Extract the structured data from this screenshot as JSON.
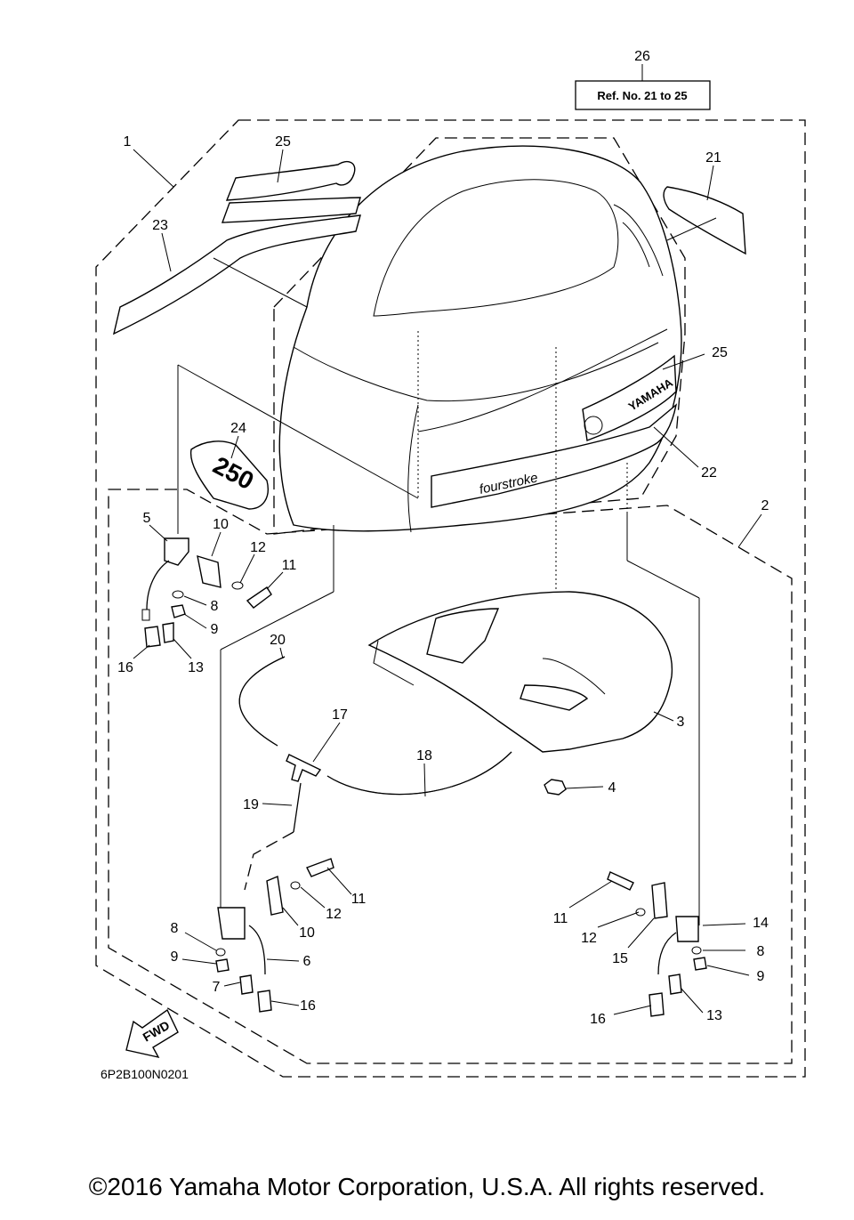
{
  "diagram": {
    "group_callout": "26",
    "ref_box": "Ref. No. 21 to 25",
    "diagram_code": "6P2B100N0201",
    "fwd_label": "FWD",
    "brand_badge": "YAMAHA",
    "script_label": "fourstroke",
    "model_badge": "250"
  },
  "callouts": [
    {
      "id": "c1",
      "label": "1"
    },
    {
      "id": "c25a",
      "label": "25"
    },
    {
      "id": "c23",
      "label": "23"
    },
    {
      "id": "c21",
      "label": "21"
    },
    {
      "id": "c25b",
      "label": "25"
    },
    {
      "id": "c24",
      "label": "24"
    },
    {
      "id": "c22",
      "label": "22"
    },
    {
      "id": "c2",
      "label": "2"
    },
    {
      "id": "c5",
      "label": "5"
    },
    {
      "id": "c10a",
      "label": "10"
    },
    {
      "id": "c12a",
      "label": "12"
    },
    {
      "id": "c11a",
      "label": "11"
    },
    {
      "id": "c8a",
      "label": "8"
    },
    {
      "id": "c9a",
      "label": "9"
    },
    {
      "id": "c16a",
      "label": "16"
    },
    {
      "id": "c13a",
      "label": "13"
    },
    {
      "id": "c20",
      "label": "20"
    },
    {
      "id": "c3",
      "label": "3"
    },
    {
      "id": "c17",
      "label": "17"
    },
    {
      "id": "c18",
      "label": "18"
    },
    {
      "id": "c4",
      "label": "4"
    },
    {
      "id": "c19",
      "label": "19"
    },
    {
      "id": "c11b",
      "label": "11"
    },
    {
      "id": "c12b",
      "label": "12"
    },
    {
      "id": "c10b",
      "label": "10"
    },
    {
      "id": "c8b",
      "label": "8"
    },
    {
      "id": "c9b",
      "label": "9"
    },
    {
      "id": "c6",
      "label": "6"
    },
    {
      "id": "c7",
      "label": "7"
    },
    {
      "id": "c16b",
      "label": "16"
    },
    {
      "id": "c11c",
      "label": "11"
    },
    {
      "id": "c12c",
      "label": "12"
    },
    {
      "id": "c15",
      "label": "15"
    },
    {
      "id": "c14",
      "label": "14"
    },
    {
      "id": "c8c",
      "label": "8"
    },
    {
      "id": "c9c",
      "label": "9"
    },
    {
      "id": "c16c",
      "label": "16"
    },
    {
      "id": "c13c",
      "label": "13"
    }
  ],
  "footer": {
    "copyright": "©2016 Yamaha Motor Corporation, U.S.A. All rights reserved."
  }
}
